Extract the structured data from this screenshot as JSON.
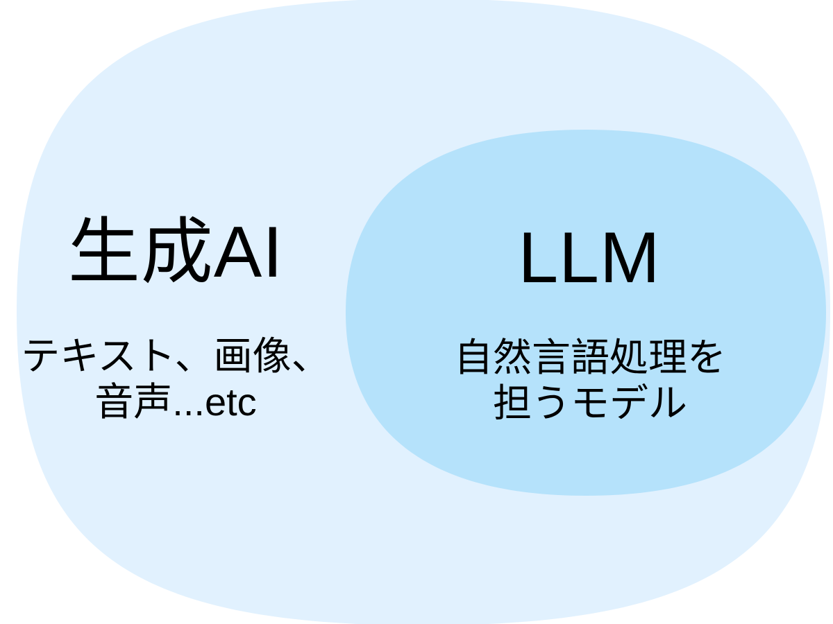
{
  "diagram": {
    "type": "euler-venn-nested",
    "outer_set": {
      "label": "生成AI",
      "description_line1": "テキスト、画像、",
      "description_line2": "音声...etc"
    },
    "inner_set": {
      "label": "LLM",
      "description_line1": "自然言語処理を",
      "description_line2": "担うモデル"
    }
  },
  "colors": {
    "background": "#ffffff",
    "outer_blob_fill": "#e1f1fe",
    "inner_blob_fill": "#b5e2fb",
    "text": "#000000"
  }
}
